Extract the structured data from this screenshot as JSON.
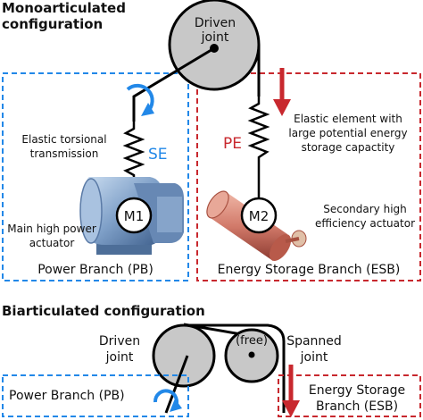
{
  "heading_mono": [
    "Monoarticulated",
    "configuration"
  ],
  "heading_bi": "Biarticulated configuration",
  "mono": {
    "driven_joint": [
      "Driven",
      "joint"
    ],
    "se_text": [
      "Elastic torsional",
      "transmission"
    ],
    "se_tag": "SE",
    "pe_tag": "PE",
    "pe_text": [
      "Elastic element with",
      "large potential energy",
      "storage capactity"
    ],
    "m1": "M1",
    "m2": "M2",
    "m1_text": [
      "Main high power",
      "actuator"
    ],
    "m2_text": [
      "Secondary high",
      "efficiency actuator"
    ],
    "pb_label": "Power Branch (PB)",
    "esb_label": "Energy Storage Branch (ESB)"
  },
  "bi": {
    "driven_joint": [
      "Driven",
      "joint"
    ],
    "free": "(free)",
    "spanned_joint": [
      "Spanned",
      "joint"
    ],
    "pb_label": "Power Branch (PB)",
    "esb_label": [
      "Energy Storage",
      "Branch (ESB)"
    ]
  },
  "colors": {
    "blue": "#2288e8",
    "red": "#c8282e",
    "gray": "#c8c8c8",
    "motor_blue": "#7fa0c8",
    "motor_red": "#d27a6a"
  }
}
